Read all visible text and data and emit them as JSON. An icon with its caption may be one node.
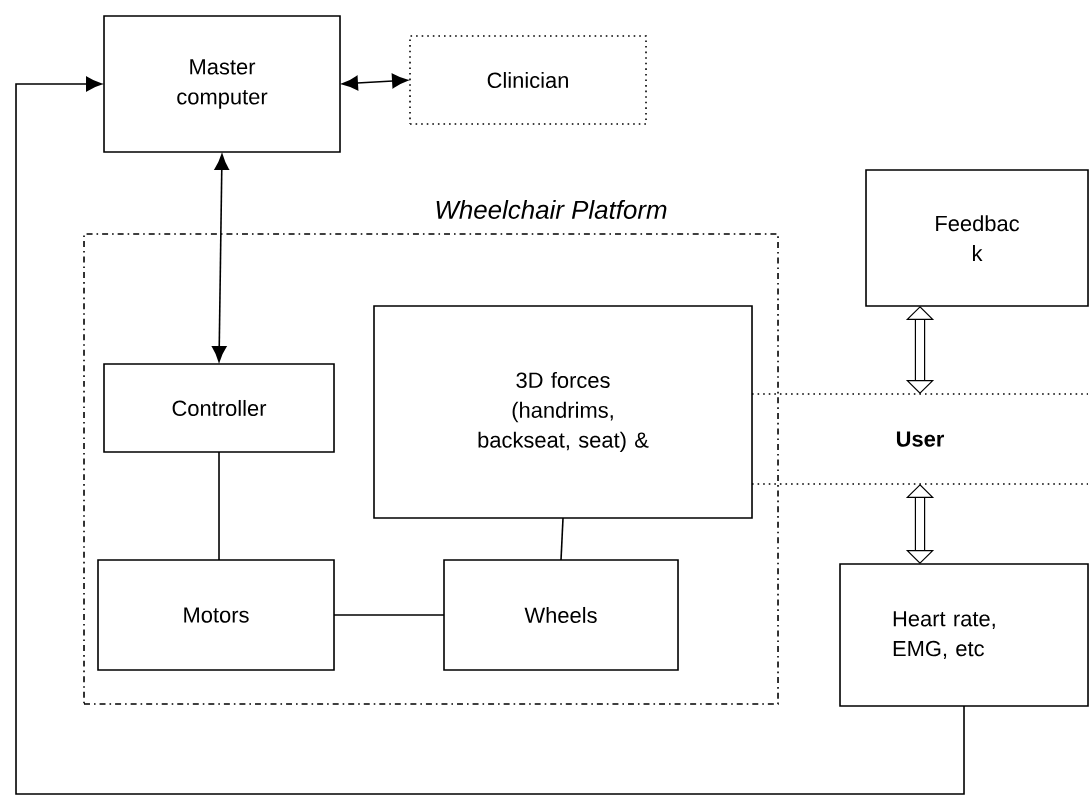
{
  "diagram": {
    "nodes": [
      {
        "text": [
          "Master computer"
        ]
      },
      {
        "text": [
          "Clinician"
        ]
      },
      {
        "text": [
          "Wheelchair Platform"
        ]
      },
      {
        "text": [
          "Controller"
        ],
        "in": 2
      },
      {
        "text": [
          "3D forces (handrims, backseat, seat) &"
        ],
        "in": 2
      },
      {
        "text": [
          "Motors"
        ],
        "in": 2
      },
      {
        "text": [
          "Wheels"
        ],
        "in": 2
      },
      {
        "text": [
          "Feedbac k"
        ]
      },
      {
        "text": [
          "User"
        ]
      },
      {
        "text": [
          "Heart rate, EMG, etc"
        ]
      }
    ],
    "edges": [
      {
        "from": 9,
        "to": 0,
        "arrow": "to"
      },
      {
        "from": 0,
        "to": 1,
        "arrow": "both"
      },
      {
        "from": 0,
        "to": 3,
        "arrow": "both"
      },
      {
        "from": 3,
        "to": 5,
        "arrow": "none"
      },
      {
        "from": 4,
        "to": 6,
        "arrow": "none"
      },
      {
        "from": 5,
        "to": 6,
        "arrow": "none"
      },
      {
        "from": 7,
        "to": 8,
        "arrow": "both",
        "style": "thick"
      },
      {
        "from": 8,
        "to": 9,
        "arrow": "both",
        "style": "thick"
      }
    ]
  }
}
